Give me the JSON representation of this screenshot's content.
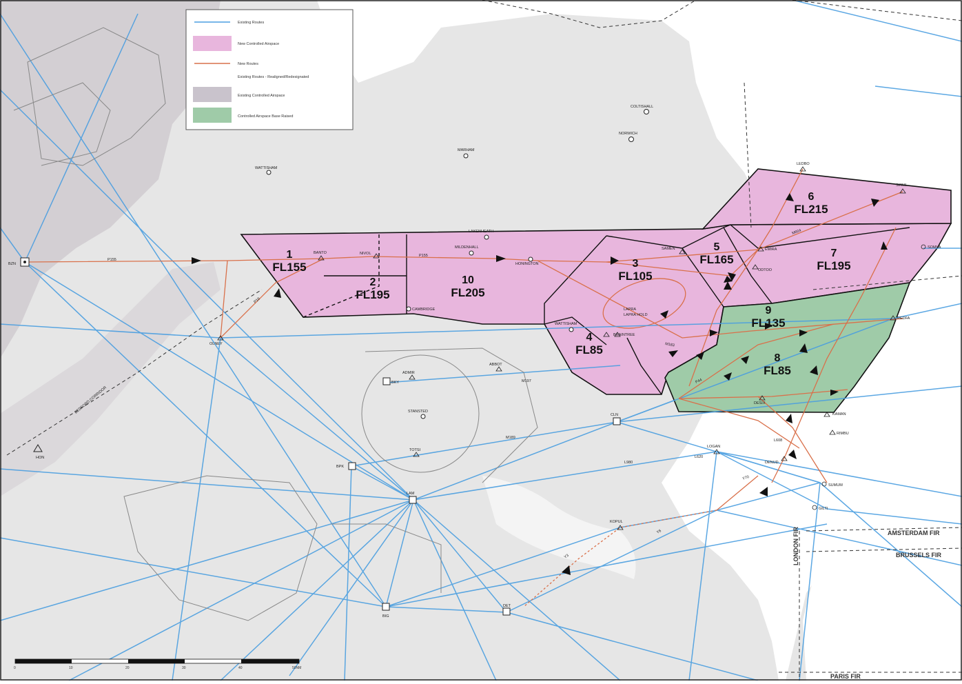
{
  "colors": {
    "existing_route": "#4a9ee0",
    "new_route": "#d9704a",
    "new_controlled": "#e8b6dd",
    "existing_controlled": "#c9c3cc",
    "ca_base_raised": "#9fcba8",
    "land": "#e4e4e4",
    "sea": "#ffffff"
  },
  "legend": {
    "items": [
      {
        "label": "Existing Routes",
        "kind": "line",
        "color": "#4a9ee0"
      },
      {
        "label": "New Controlled Airspace",
        "kind": "fill",
        "color": "#e8b6dd"
      },
      {
        "label": "New Routes",
        "kind": "line",
        "color": "#d9704a"
      },
      {
        "label": "Existing Routes - Realigned/Redesignated",
        "kind": "text",
        "color": ""
      },
      {
        "label": "Existing Controlled Airspace",
        "kind": "fill",
        "color": "#c9c3cc"
      },
      {
        "label": "Controlled Airspace Base Raised",
        "kind": "fill",
        "color": "#9fcba8"
      }
    ]
  },
  "sectors": [
    {
      "num": "1",
      "fl": "FL155"
    },
    {
      "num": "2",
      "fl": "FL195"
    },
    {
      "num": "10",
      "fl": "FL205"
    },
    {
      "num": "3",
      "fl": "FL105"
    },
    {
      "num": "4",
      "fl": "FL85"
    },
    {
      "num": "5",
      "fl": "FL165"
    },
    {
      "num": "6",
      "fl": "FL215"
    },
    {
      "num": "7",
      "fl": "FL195"
    },
    {
      "num": "9",
      "fl": "FL135"
    },
    {
      "num": "8",
      "fl": "FL85"
    }
  ],
  "towns": [
    "COLTISHALL",
    "NORWICH",
    "MARHAM",
    "WATTISHAM",
    "LAKENHEATH",
    "MILDENHALL",
    "HONINGTON",
    "CAMBRIDGE",
    "WATTISHAM",
    "STANSTED"
  ],
  "waypoints": [
    "BANTO",
    "NIVOL",
    "ODTOO",
    "SAMEN",
    "EMIRA",
    "LEDBO",
    "SIRMI",
    "SOMVA",
    "REDFA",
    "OLNEY",
    "ABBOT",
    "ADMIR",
    "TOTSI",
    "DESIX",
    "KAMAN",
    "LOGAN",
    "KOPUL",
    "SUMUM",
    "GILTI",
    "RIMBU",
    "DENUD",
    "BRAINTREE",
    "LAPRA"
  ],
  "navaids": [
    "BKY",
    "CLN",
    "LAM",
    "BPK",
    "BIG",
    "DET",
    "HON",
    "BZN"
  ],
  "fir_labels": [
    "AMSTERDAM FIR",
    "BRUSSELS FIR",
    "LONDON FIR",
    "PARIS FIR"
  ],
  "route_labels": [
    "P155",
    "M183",
    "M189",
    "L620",
    "L980",
    "Y70",
    "P44",
    "Y6",
    "P18",
    "M604",
    "L608",
    "M197",
    "Y3"
  ],
  "scale": {
    "ticks": [
      "0",
      "10",
      "20",
      "30",
      "40",
      "50NM"
    ]
  },
  "other": [
    "BEDFORD CORRIDOR",
    "LAPRA HOLD"
  ]
}
